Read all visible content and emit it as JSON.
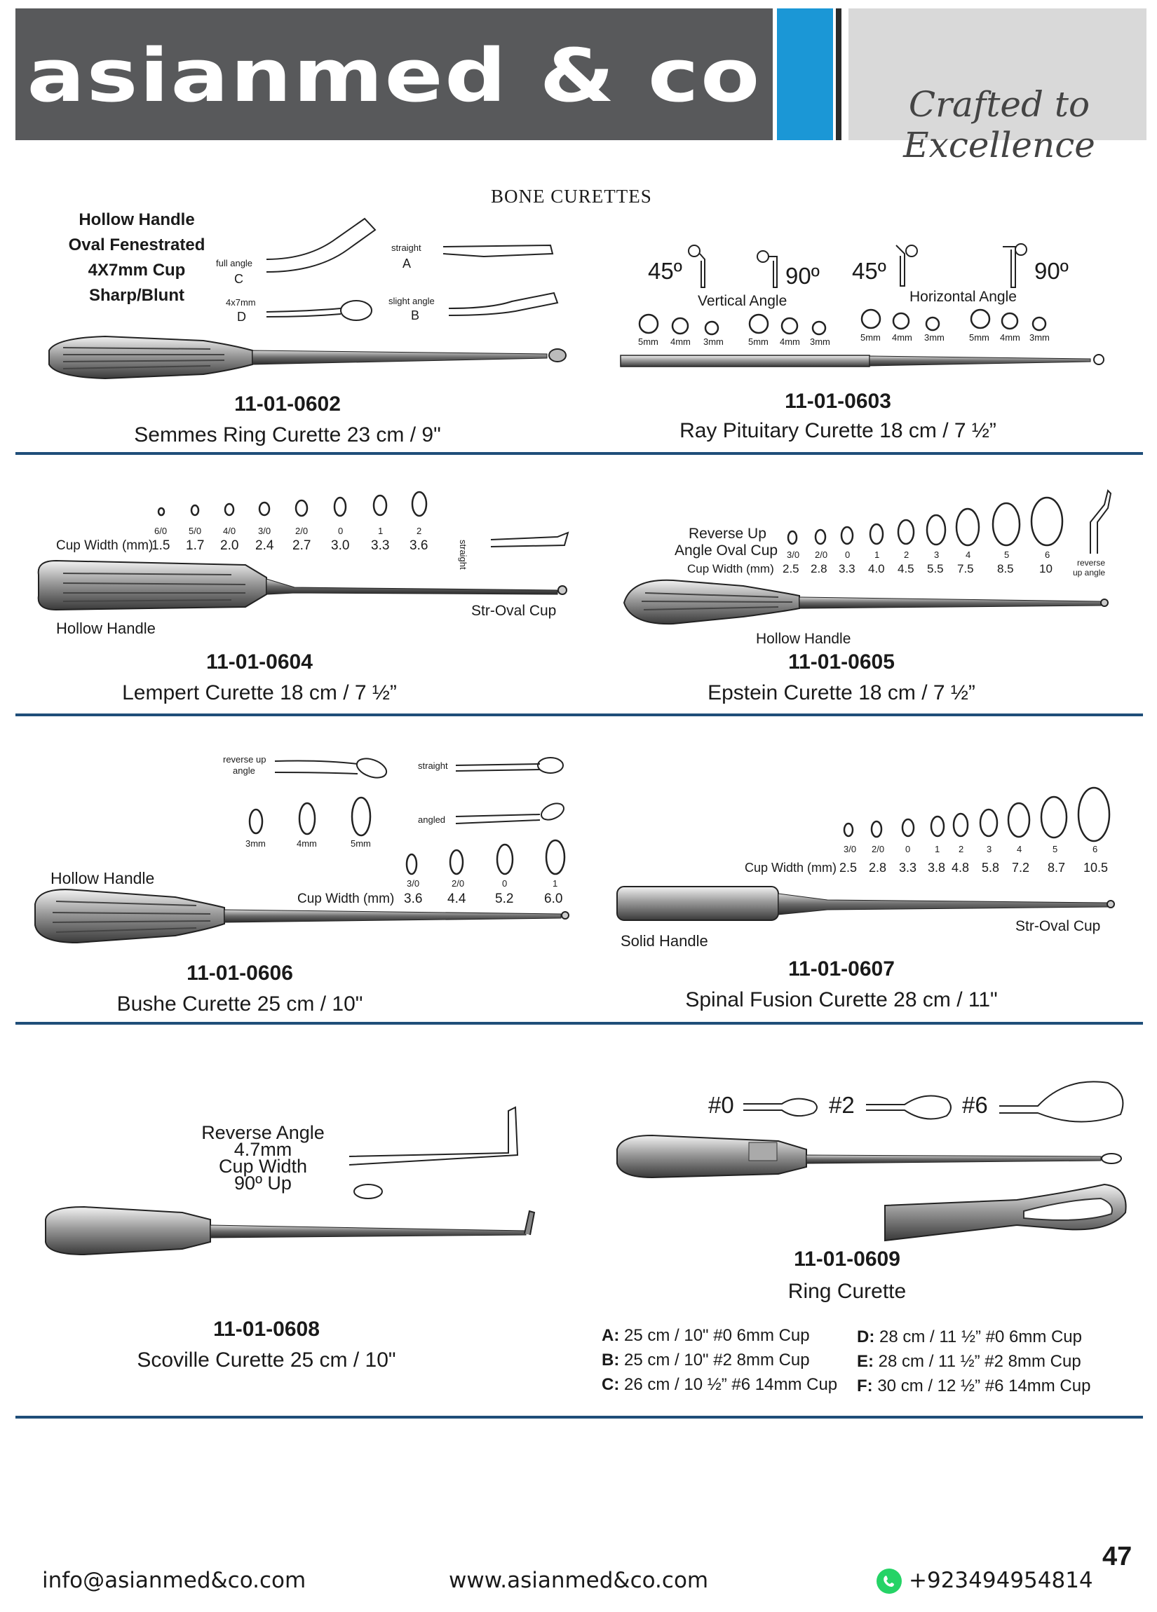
{
  "header": {
    "brand": "asianmed & co",
    "tagline": "Crafted to Excellence"
  },
  "section_title": "BONE CURETTES",
  "products": {
    "p0602": {
      "code": "11-01-0602",
      "name": "Semmes Ring Curette 23 cm / 9\"",
      "features": [
        "Hollow Handle",
        "Oval Fenestrated",
        "4X7mm Cup",
        "Sharp/Blunt"
      ],
      "variants": {
        "c_label": "full angle",
        "c_letter": "C",
        "d_label": "4x7mm",
        "d_letter": "D",
        "a_label": "straight",
        "a_letter": "A",
        "b_label": "slight angle",
        "b_letter": "B"
      }
    },
    "p0603": {
      "code": "11-01-0603",
      "name": "Ray Pituitary Curette 18 cm / 7 ½”",
      "vertical_label": "Vertical Angle",
      "horizontal_label": "Horizontal Angle",
      "angles": [
        "45º",
        "90º",
        "45º",
        "90º"
      ],
      "sizes": [
        "5mm",
        "4mm",
        "3mm"
      ]
    },
    "p0604": {
      "code": "11-01-0604",
      "name": "Lempert Curette 18 cm / 7 ½”",
      "grades": [
        "6/0",
        "5/0",
        "4/0",
        "3/0",
        "2/0",
        "0",
        "1",
        "2"
      ],
      "cup_width_label": "Cup Width (mm)",
      "widths": [
        "1.5",
        "1.7",
        "2.0",
        "2.4",
        "2.7",
        "3.0",
        "3.3",
        "3.6"
      ],
      "tip_label": "straight",
      "handle_label": "Hollow Handle",
      "cup_label": "Str-Oval Cup"
    },
    "p0605": {
      "code": "11-01-0605",
      "name": "Epstein Curette 18 cm / 7 ½”",
      "title_line1": "Reverse Up",
      "title_line2": "Angle Oval Cup",
      "cup_width_label": "Cup Width (mm)",
      "grades": [
        "3/0",
        "2/0",
        "0",
        "1",
        "2",
        "3",
        "4",
        "5",
        "6"
      ],
      "widths": [
        "2.5",
        "2.8",
        "3.3",
        "4.0",
        "4.5",
        "5.5",
        "7.5",
        "8.5",
        "10"
      ],
      "tip_label_1": "reverse",
      "tip_label_2": "up angle",
      "handle_label": "Hollow Handle"
    },
    "p0606": {
      "code": "11-01-0606",
      "name": "Bushe Curette 25 cm / 10\"",
      "rev_label_1": "reverse up",
      "rev_label_2": "angle",
      "straight_label": "straight",
      "angled_label": "angled",
      "mm_sizes": [
        "3mm",
        "4mm",
        "5mm"
      ],
      "grades": [
        "3/0",
        "2/0",
        "0",
        "1"
      ],
      "cup_width_label": "Cup Width (mm)",
      "widths": [
        "3.6",
        "4.4",
        "5.2",
        "6.0"
      ],
      "handle_label": "Hollow Handle"
    },
    "p0607": {
      "code": "11-01-0607",
      "name": "Spinal Fusion Curette 28 cm / 11\"",
      "grades": [
        "3/0",
        "2/0",
        "0",
        "1",
        "2",
        "3",
        "4",
        "5",
        "6"
      ],
      "cup_width_label": "Cup Width (mm)",
      "widths": [
        "2.5",
        "2.8",
        "3.3",
        "3.8",
        "4.8",
        "5.8",
        "7.2",
        "8.7",
        "10.5"
      ],
      "handle_label": "Solid Handle",
      "cup_label": "Str-Oval Cup"
    },
    "p0608": {
      "code": "11-01-0608",
      "name": "Scoville Curette 25 cm / 10\"",
      "desc": [
        "Reverse Angle",
        "4.7mm",
        "Cup Width",
        "90º Up"
      ]
    },
    "p0609": {
      "code": "11-01-0609",
      "name": "Ring Curette",
      "ring_labels": [
        "#0",
        "#2",
        "#6"
      ],
      "specs": [
        {
          "letter": "A:",
          "text": " 25 cm / 10\" #0 6mm Cup"
        },
        {
          "letter": "B:",
          "text": " 25 cm / 10\" #2 8mm Cup"
        },
        {
          "letter": "C:",
          "text": " 26 cm / 10 ½” #6 14mm Cup"
        },
        {
          "letter": "D:",
          "text": " 28 cm / 11 ½” #0 6mm Cup"
        },
        {
          "letter": "E:",
          "text": " 28 cm / 11 ½” #2 8mm Cup"
        },
        {
          "letter": "F:",
          "text": " 30 cm / 12 ½” #6 14mm Cup"
        }
      ]
    }
  },
  "footer": {
    "email": "info@asianmed&co.com",
    "website": "www.asianmed&co.com",
    "phone": "+923494954814",
    "page_number": "47"
  }
}
